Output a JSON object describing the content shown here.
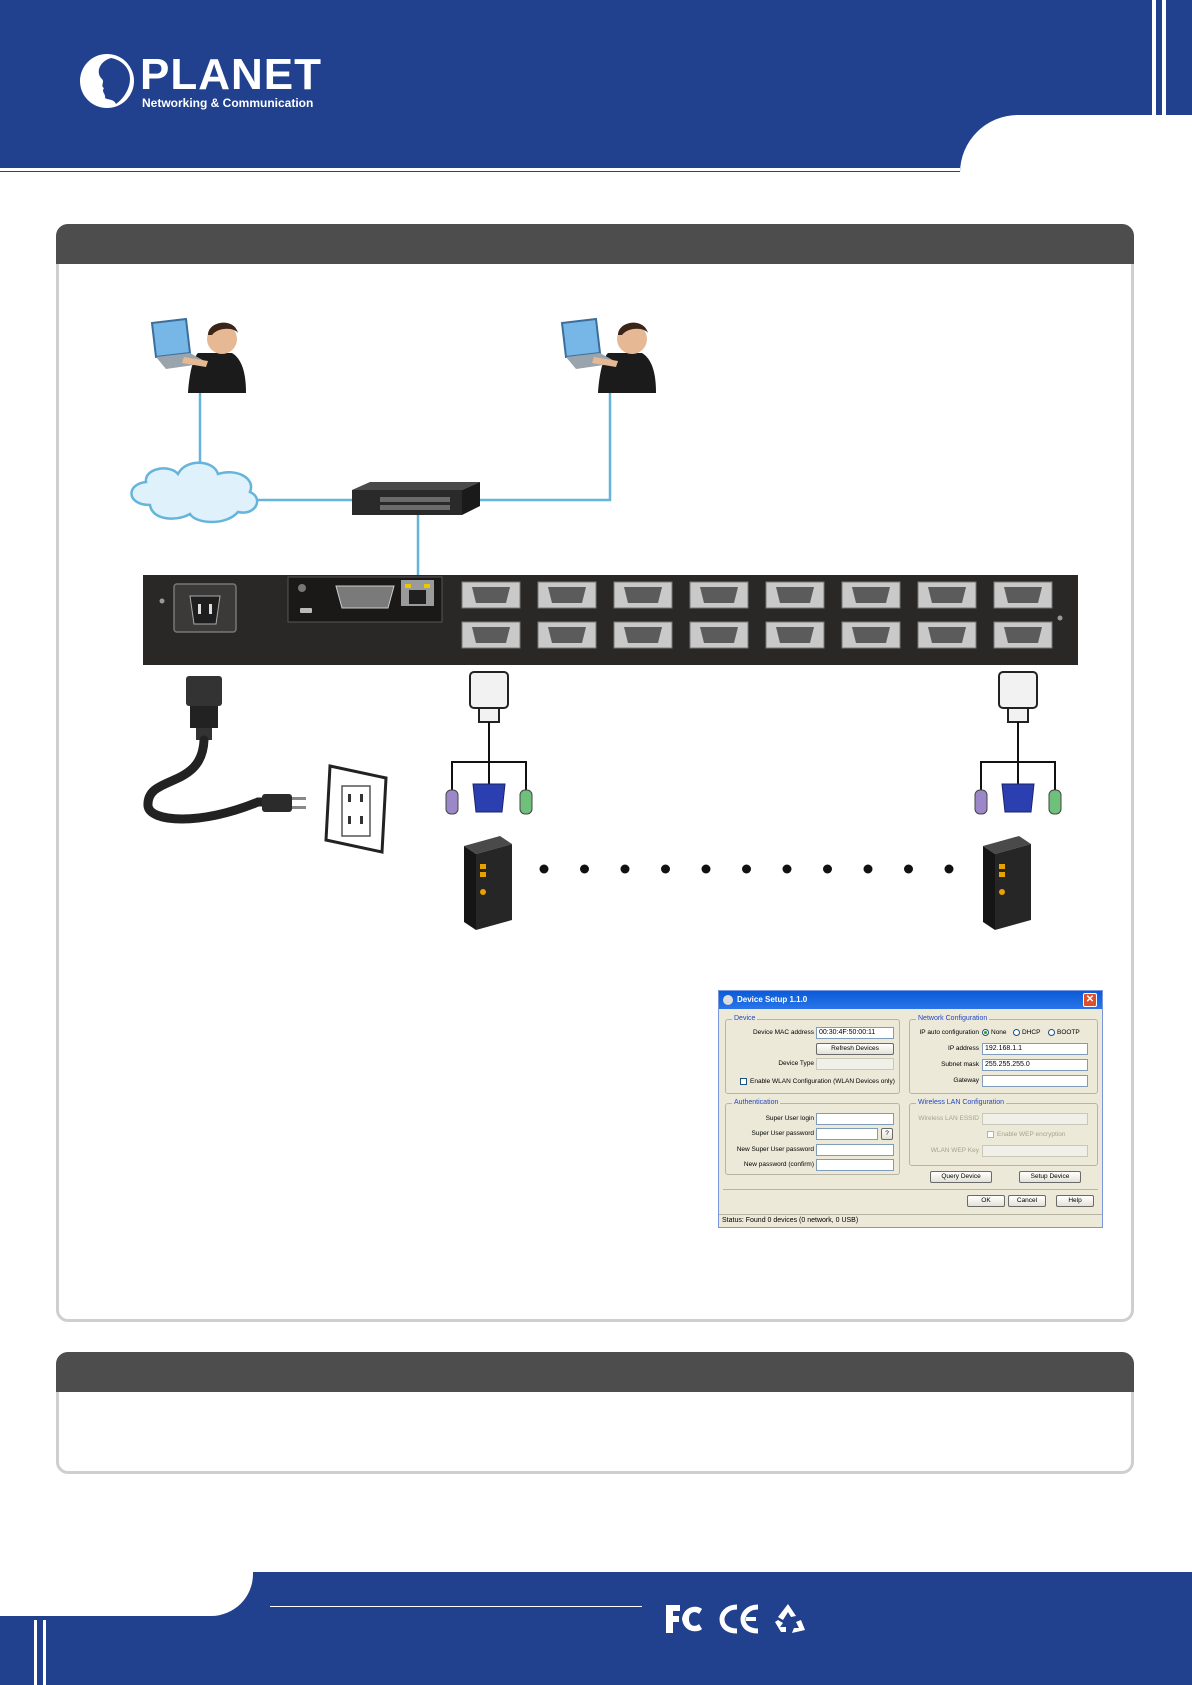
{
  "brand": {
    "name": "PLANET",
    "tagline": "Networking & Communication",
    "color_primary": "#21418f",
    "color_panel_bar": "#4d4d4d"
  },
  "diagram": {
    "icons": [
      "laptop-user-icon",
      "cloud-icon",
      "network-switch-icon",
      "kvm-rear-panel-icon",
      "power-cord-icon",
      "wall-outlet-icon",
      "vga-connector-icon",
      "ps2-connector-icon",
      "computer-tower-icon"
    ],
    "connector_columns": 8,
    "connector_rows": 2,
    "ellipsis_dot_count": 11
  },
  "dialog": {
    "title": "Device Setup 1.1.0",
    "close_glyph": "✕",
    "device": {
      "legend": "Device",
      "mac_label": "Device MAC address",
      "mac_value": "00:30:4F:50:00:11",
      "refresh_button": "Refresh Devices",
      "type_label": "Device Type",
      "type_value": "",
      "wlan_checkbox_label": "Enable WLAN Configuration (WLAN Devices only)"
    },
    "network": {
      "legend": "Network Configuration",
      "ip_auto_label": "IP auto configuration",
      "options": [
        "None",
        "DHCP",
        "BOOTP"
      ],
      "selected_option": "None",
      "ip_label": "IP address",
      "ip_value": "192.168.1.1",
      "mask_label": "Subnet mask",
      "mask_value": "255.255.255.0",
      "gateway_label": "Gateway",
      "gateway_value": ""
    },
    "auth": {
      "legend": "Authentication",
      "login_label": "Super User login",
      "password_label": "Super User password",
      "help_glyph": "?",
      "new_password_label": "New Super User password",
      "confirm_label": "New password (confirm)"
    },
    "wireless": {
      "legend": "Wireless LAN Configuration",
      "essid_label": "Wireless LAN ESSID",
      "wep_checkbox_label": "Enable WEP encryption",
      "wep_key_label": "WLAN WEP Key"
    },
    "buttons": {
      "query": "Query Device",
      "setup": "Setup Device",
      "ok": "OK",
      "cancel": "Cancel",
      "help": "Help"
    },
    "status": "Status: Found 0 devices (0 network, 0 USB)"
  },
  "footer": {
    "certifications": [
      "fcc-mark",
      "ce-mark",
      "recycle-mark"
    ]
  }
}
